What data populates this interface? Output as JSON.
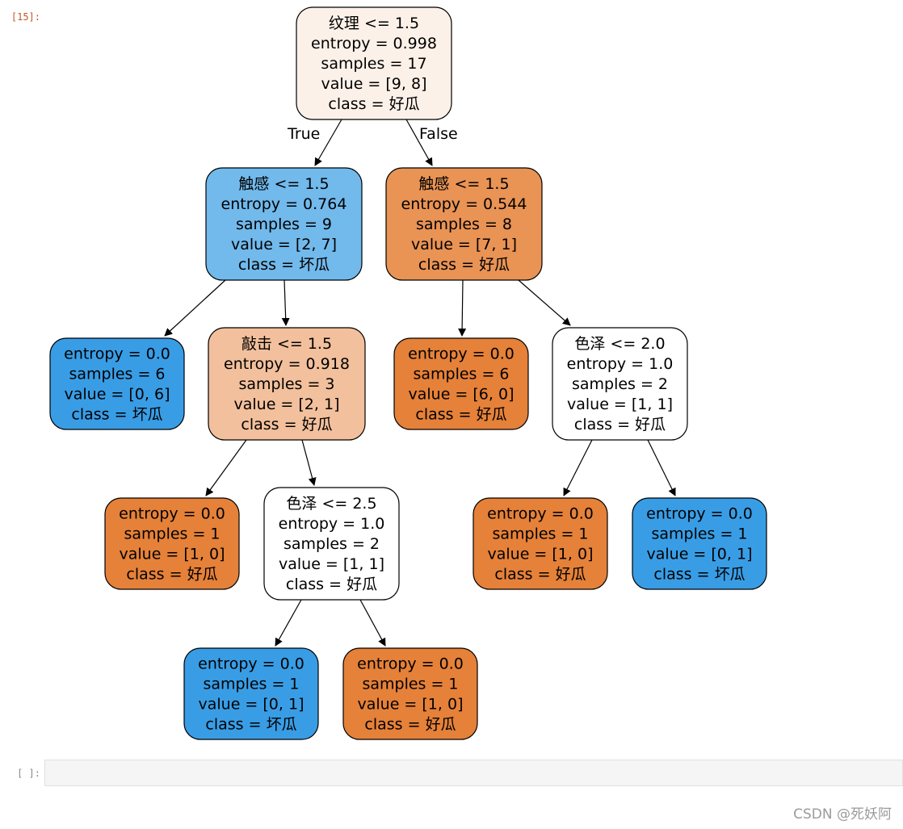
{
  "cells": {
    "output_prompt": "[15]:",
    "empty_prompt": "[ ]:"
  },
  "watermark": "CSDN @死妖阿",
  "tree": {
    "nodes": [
      {
        "id": "n0",
        "lines": [
          "纹理 <= 1.5",
          "entropy = 0.998",
          "samples = 17",
          "value = [9, 8]",
          "class = 好瓜"
        ],
        "fill": "#fcf1e9"
      },
      {
        "id": "n1",
        "lines": [
          "触感 <= 1.5",
          "entropy = 0.764",
          "samples = 9",
          "value = [2, 7]",
          "class = 坏瓜"
        ],
        "fill": "#72b9ec"
      },
      {
        "id": "n2",
        "lines": [
          "触感 <= 1.5",
          "entropy = 0.544",
          "samples = 8",
          "value = [7, 1]",
          "class = 好瓜"
        ],
        "fill": "#e99355"
      },
      {
        "id": "n3",
        "lines": [
          "entropy = 0.0",
          "samples = 6",
          "value = [0, 6]",
          "class = 坏瓜"
        ],
        "fill": "#399de5"
      },
      {
        "id": "n4",
        "lines": [
          "敲击 <= 1.5",
          "entropy = 0.918",
          "samples = 3",
          "value = [2, 1]",
          "class = 好瓜"
        ],
        "fill": "#f2c09c"
      },
      {
        "id": "n5",
        "lines": [
          "entropy = 0.0",
          "samples = 6",
          "value = [6, 0]",
          "class = 好瓜"
        ],
        "fill": "#e58139"
      },
      {
        "id": "n6",
        "lines": [
          "色泽 <= 2.0",
          "entropy = 1.0",
          "samples = 2",
          "value = [1, 1]",
          "class = 好瓜"
        ],
        "fill": "#ffffff"
      },
      {
        "id": "n7",
        "lines": [
          "entropy = 0.0",
          "samples = 1",
          "value = [1, 0]",
          "class = 好瓜"
        ],
        "fill": "#e58139"
      },
      {
        "id": "n8",
        "lines": [
          "色泽 <= 2.5",
          "entropy = 1.0",
          "samples = 2",
          "value = [1, 1]",
          "class = 好瓜"
        ],
        "fill": "#ffffff"
      },
      {
        "id": "n9",
        "lines": [
          "entropy = 0.0",
          "samples = 1",
          "value = [1, 0]",
          "class = 好瓜"
        ],
        "fill": "#e58139"
      },
      {
        "id": "n10",
        "lines": [
          "entropy = 0.0",
          "samples = 1",
          "value = [0, 1]",
          "class = 坏瓜"
        ],
        "fill": "#399de5"
      },
      {
        "id": "n11",
        "lines": [
          "entropy = 0.0",
          "samples = 1",
          "value = [0, 1]",
          "class = 坏瓜"
        ],
        "fill": "#399de5"
      },
      {
        "id": "n12",
        "lines": [
          "entropy = 0.0",
          "samples = 1",
          "value = [1, 0]",
          "class = 好瓜"
        ],
        "fill": "#e58139"
      }
    ],
    "edges": [
      {
        "from": "n0",
        "to": "n1",
        "label": "True"
      },
      {
        "from": "n0",
        "to": "n2",
        "label": "False"
      },
      {
        "from": "n1",
        "to": "n3",
        "label": ""
      },
      {
        "from": "n1",
        "to": "n4",
        "label": ""
      },
      {
        "from": "n2",
        "to": "n5",
        "label": ""
      },
      {
        "from": "n2",
        "to": "n6",
        "label": ""
      },
      {
        "from": "n4",
        "to": "n7",
        "label": ""
      },
      {
        "from": "n4",
        "to": "n8",
        "label": ""
      },
      {
        "from": "n6",
        "to": "n9",
        "label": ""
      },
      {
        "from": "n6",
        "to": "n10",
        "label": ""
      },
      {
        "from": "n8",
        "to": "n11",
        "label": ""
      },
      {
        "from": "n8",
        "to": "n12",
        "label": ""
      }
    ]
  }
}
